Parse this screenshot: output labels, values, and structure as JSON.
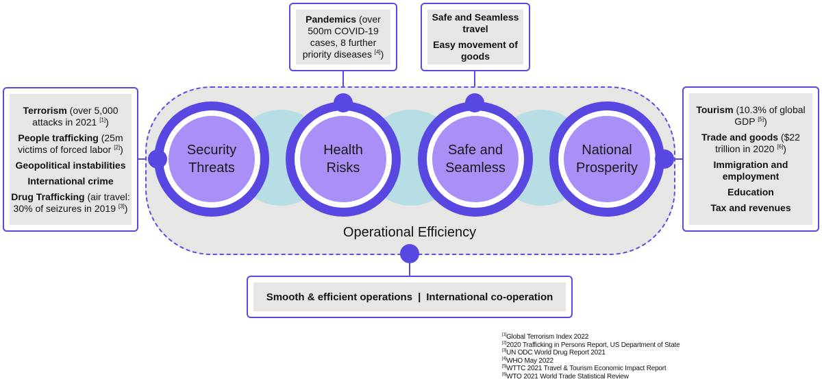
{
  "center": {
    "label": "Operational Efficiency",
    "circles": [
      {
        "line1": "Security",
        "line2": "Threats"
      },
      {
        "line1": "Health",
        "line2": "Risks"
      },
      {
        "line1": "Safe and",
        "line2": "Seamless"
      },
      {
        "line1": "National",
        "line2": "Prosperity"
      }
    ]
  },
  "left_box": {
    "items": [
      {
        "bold": "Terrorism",
        "rest": " (over 5,000 attacks in 2021",
        "ref": "[1]",
        "tail": ")"
      },
      {
        "bold": "People trafficking",
        "rest": " (25m victims of forced labor",
        "ref": "[2]",
        "tail": ")"
      },
      {
        "bold": "Geopolitical instabilities",
        "rest": "",
        "ref": "",
        "tail": ""
      },
      {
        "bold": "International crime",
        "rest": "",
        "ref": "",
        "tail": ""
      },
      {
        "bold": "Drug Trafficking",
        "rest": " (air travel: 30% of seizures in 2019",
        "ref": "[3]",
        "tail": ")"
      }
    ]
  },
  "top_left_box": {
    "bold": "Pandemics",
    "rest": " (over 500m COVID-19 cases, 8 further priority diseases",
    "ref": "[4]",
    "tail": ")"
  },
  "top_right_box": {
    "items": [
      "Safe and Seamless travel",
      "Easy movement of goods"
    ]
  },
  "right_box": {
    "items": [
      {
        "bold": "Tourism",
        "rest": " (10.3% of global GDP",
        "ref": "[5]",
        "tail": ")"
      },
      {
        "bold": "Trade and goods",
        "rest": " ($22 trillion in 2020",
        "ref": "[6]",
        "tail": ")"
      },
      {
        "bold": "Immigration and employment",
        "rest": "",
        "ref": "",
        "tail": ""
      },
      {
        "bold": "Education",
        "rest": "",
        "ref": "",
        "tail": ""
      },
      {
        "bold": "Tax and revenues",
        "rest": "",
        "ref": "",
        "tail": ""
      }
    ]
  },
  "bottom_box": {
    "left": "Smooth & efficient operations",
    "separator": "|",
    "right": "International co-operation"
  },
  "references": [
    {
      "ref": "[1]",
      "text": "Global Terrorism Index 2022"
    },
    {
      "ref": "[2]",
      "text": "2020 Trafficking in Persons Report, US Department of State"
    },
    {
      "ref": "[3]",
      "text": "UN ODC World Drug Report 2021"
    },
    {
      "ref": "[4]",
      "text": "WHO May 2022"
    },
    {
      "ref": "[5]",
      "text": "WTTC 2021 Travel & Tourism Economic Impact Report"
    },
    {
      "ref": "[6]",
      "text": "WTO 2021 World Trade Statistical Review"
    }
  ],
  "colors": {
    "accent": "#5847e0",
    "circle_fill": "#a98ff6",
    "overlap": "#b7dde5",
    "panel": "#e6e6e4"
  }
}
